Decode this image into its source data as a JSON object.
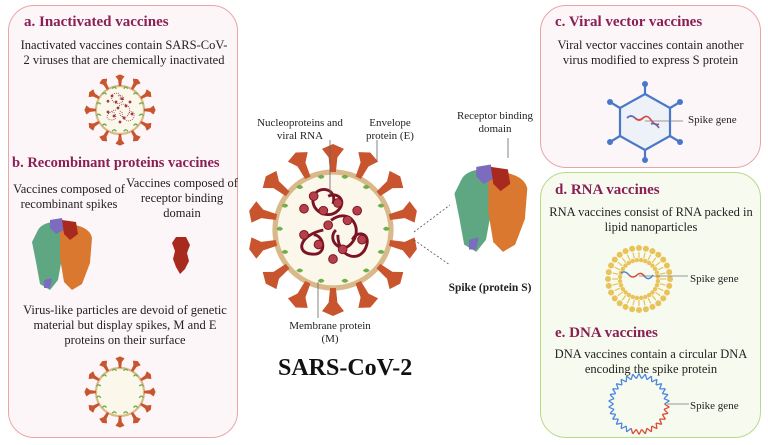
{
  "figure": {
    "center_title": "SARS-CoV-2",
    "center_labels": {
      "nucleoproteins": "Nucleoproteins and\nviral RNA",
      "envelope": "Envelope\nprotein (E)",
      "membrane": "Membrane protein\n(M)",
      "rbd": "Receptor binding\ndomain",
      "spike": "Spike (protein S)"
    }
  },
  "panels": {
    "a": {
      "title": "a. Inactivated vaccines",
      "text": "Inactivated vaccines contain SARS-CoV-2 viruses that are chemically inactivated"
    },
    "b": {
      "title": "b. Recombinant proteins vaccines",
      "left_text": "Vaccines composed of recombinant spikes",
      "right_text": "Vaccines composed of receptor binding domain",
      "vlp_text": "Virus-like particles are devoid of genetic material but display spikes, M and E proteins on their surface"
    },
    "c": {
      "title": "c. Viral vector vaccines",
      "text": "Viral vector vaccines contain another virus modified to express S protein",
      "gene_label": "Spike gene"
    },
    "d": {
      "title": "d. RNA vaccines",
      "text": "RNA vaccines consist of RNA packed in lipid nanoparticles",
      "gene_label": "Spike gene"
    },
    "e": {
      "title": "e. DNA vaccines",
      "text": "DNA vaccines contain a circular DNA encoding the spike protein",
      "gene_label": "Spike gene"
    }
  },
  "colors": {
    "title": "#8a1f55",
    "spike": "#c8552e",
    "membrane_ring": "#d9b98a",
    "virus_interior": "#fbf7ea",
    "rna": "#7a1424",
    "m_protein": "#6fae4a",
    "e_protein": "#4a5ec8",
    "protein_green": "#5fa783",
    "protein_orange": "#d9782e",
    "protein_red": "#a82a1e",
    "protein_purple": "#7c6cc0",
    "vector_blue": "#4a78c8",
    "lipid": "#e9c25a",
    "dna_blue": "#4a86e0",
    "dna_red": "#d84a3a"
  }
}
